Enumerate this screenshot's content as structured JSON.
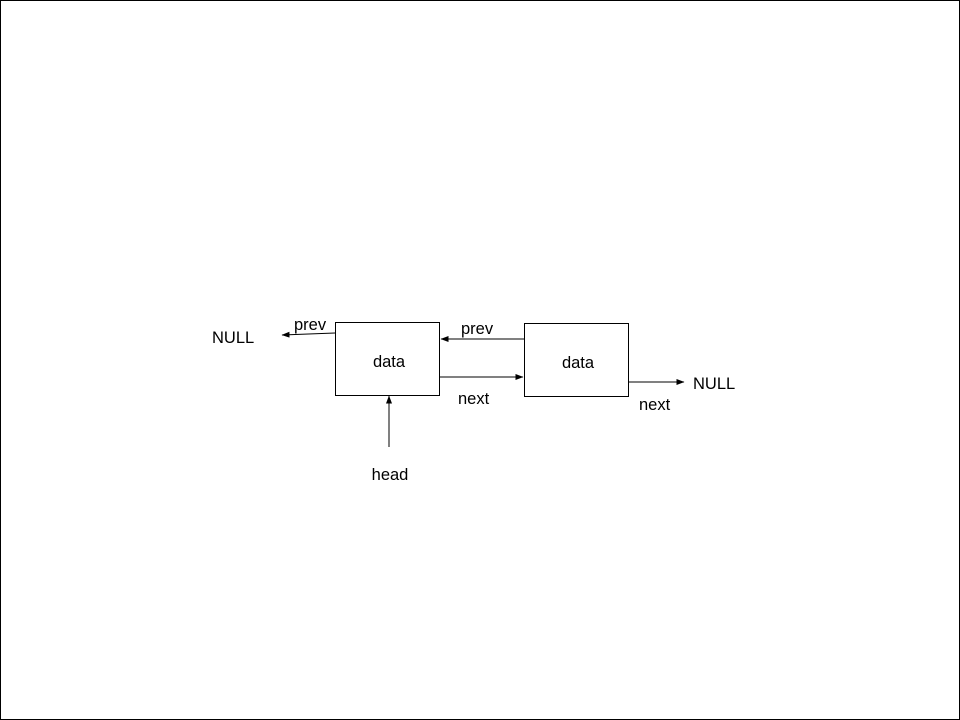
{
  "nodes": [
    {
      "label": "data"
    },
    {
      "label": "data"
    }
  ],
  "edge_labels": {
    "node1_prev": "prev",
    "node1_next": "next",
    "node2_prev": "prev",
    "node2_next": "next"
  },
  "null_labels": {
    "left": "NULL",
    "right": "NULL"
  },
  "head_label": "head",
  "colors": {
    "stroke": "#000000",
    "background": "#ffffff"
  }
}
